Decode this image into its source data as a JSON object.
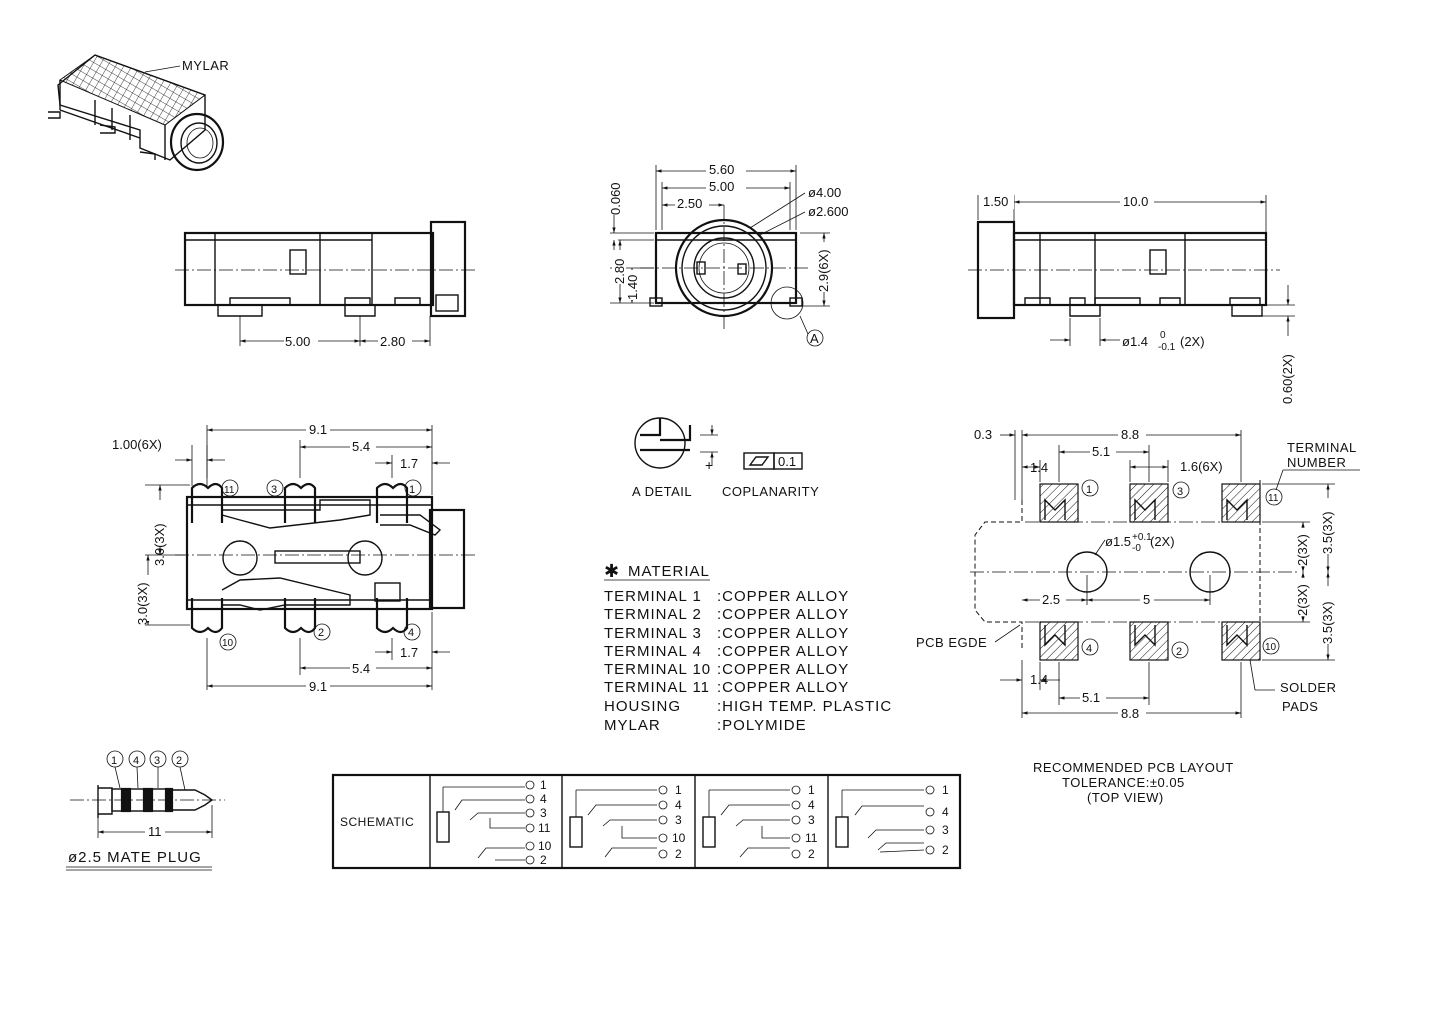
{
  "iso_view": {
    "mylar_label": "MYLAR"
  },
  "side_view_left": {
    "dim_a": "5.00",
    "dim_b": "2.80"
  },
  "front_view": {
    "dim_width_outer": "5.60",
    "dim_width_inner": "5.00",
    "dim_half": "2.50",
    "dim_top_offset": "0.060",
    "dim_height": "2.80",
    "dim_center_height": "1.40",
    "dim_outer_dia": "ø4.00",
    "dim_inner_dia": "ø2.600",
    "dim_tab": "2.9(6X)",
    "detail_callout": "A"
  },
  "side_view_right": {
    "dim_lip": "1.50",
    "dim_length": "10.0",
    "dim_peg": "ø1.4",
    "dim_peg_tol_plus": "0",
    "dim_peg_tol_minus": "-0.1",
    "dim_peg_count": "(2X)",
    "dim_standoff": "0.60(2X)"
  },
  "top_view": {
    "dim_tab_width": "1.00(6X)",
    "dim_overall_top": "9.1",
    "dim_mid_top": "5.4",
    "dim_end_top": "1.7",
    "dim_upper_half": "3.0(3X)",
    "dim_lower_half": "3.0(3X)",
    "dim_mid_bottom": "5.4",
    "dim_end_bottom": "1.7",
    "dim_overall_bottom": "9.1",
    "terminals_top": [
      "11",
      "3",
      "1"
    ],
    "terminals_bottom": [
      "10",
      "2",
      "4"
    ]
  },
  "detail": {
    "detail_label": "A  DETAIL",
    "coplanarity_label": "COPLANARITY",
    "coplanarity_value": "0.1"
  },
  "material": {
    "star": "✱",
    "title": "MATERIAL",
    "rows": [
      {
        "part": "TERMINAL  1",
        "material": ":COPPER  ALLOY"
      },
      {
        "part": "TERMINAL  2",
        "material": ":COPPER  ALLOY"
      },
      {
        "part": "TERMINAL  3",
        "material": ":COPPER  ALLOY"
      },
      {
        "part": "TERMINAL  4",
        "material": ":COPPER  ALLOY"
      },
      {
        "part": "TERMINAL  10",
        "material": ":COPPER  ALLOY"
      },
      {
        "part": "TERMINAL  11",
        "material": ":COPPER  ALLOY"
      },
      {
        "part": "HOUSING",
        "material": ":HIGH  TEMP.  PLASTIC"
      },
      {
        "part": "MYLAR",
        "material": ":POLYMIDE"
      }
    ]
  },
  "pcb_layout": {
    "dim_edge": "0.3",
    "dim_overall_top": "8.8",
    "dim_pitch_top": "5.1",
    "dim_pad_top": "1.4",
    "dim_pad_size": "1.6(6X)",
    "terminal_number_label_1": "TERMINAL",
    "terminal_number_label_2": "NUMBER",
    "dim_hole": "ø1.5",
    "dim_hole_tol_plus": "+0.1",
    "dim_hole_tol_minus": "-0",
    "dim_hole_count": "(2X)",
    "dim_hole_left": "2.5",
    "dim_hole_pitch": "5",
    "dim_upper_short": "2(3X)",
    "dim_upper_long": "3.5(3X)",
    "dim_lower_short": "2(3X)",
    "dim_lower_long": "3.5(3X)",
    "pcb_edge_label": "PCB  EGDE",
    "dim_pad_bottom": "1.4",
    "dim_pitch_bottom": "5.1",
    "dim_overall_bottom": "8.8",
    "solder_label_1": "SOLDER",
    "solder_label_2": "PADS",
    "pads_top": [
      "1",
      "3",
      "11"
    ],
    "pads_bottom": [
      "4",
      "2",
      "10"
    ],
    "caption_1": "RECOMMENDED  PCB  LAYOUT",
    "caption_2": "TOLERANCE:±0.05",
    "caption_3": "(TOP  VIEW)"
  },
  "mate_plug": {
    "callouts": [
      "1",
      "4",
      "3",
      "2"
    ],
    "dim_length": "11",
    "title": "ø2.5  MATE  PLUG"
  },
  "schematic": {
    "title": "SCHEMATIC",
    "blocks": [
      [
        "1",
        "4",
        "3",
        "11",
        "10",
        "2"
      ],
      [
        "1",
        "4",
        "3",
        "10",
        "2"
      ],
      [
        "1",
        "4",
        "3",
        "11",
        "2"
      ],
      [
        "1",
        "4",
        "3",
        "2"
      ]
    ]
  }
}
